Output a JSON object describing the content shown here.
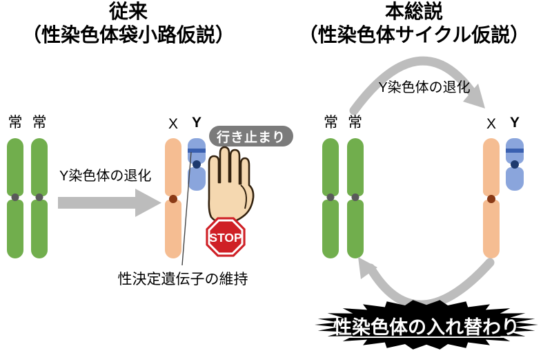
{
  "left_panel": {
    "title_line1": "従来",
    "title_line2": "（性染色体袋小路仮説）",
    "autosome_label_1": "常",
    "autosome_label_2": "常",
    "degeneration_arrow_label": "Y染色体の退化",
    "x_label": "X",
    "y_label": "Y",
    "dead_end_bubble_label": "行き止まり",
    "stop_sign_label": "STOP",
    "gene_annotation": "性決定遺伝子の維持"
  },
  "right_panel": {
    "title_line1": "本総説",
    "title_line2": "（性染色体サイクル仮説）",
    "degeneration_arrow_label": "Y染色体の退化",
    "autosome_label_1": "常",
    "autosome_label_2": "常",
    "x_label": "X",
    "y_label": "Y",
    "turnover_burst_label": "性染色体の入れ替わり"
  },
  "colors": {
    "autosome_green": "#71AE4D",
    "x_chromosome_orange": "#F5BD92",
    "y_chromosome_blue": "#8AA5DC",
    "y_gene_band_blue": "#3A60B0",
    "y_centromere_navy": "#1E3A6E",
    "x_centromere_brown": "#8A3A16",
    "autosome_centromere_gray": "#5A5A5A",
    "arrow_gray": "#BCBCBC",
    "bubble_gray": "#7B7B7B",
    "stop_sign_red": "#CF2026",
    "hand_skin": "#F5D8B0",
    "burst_black": "#000000"
  }
}
